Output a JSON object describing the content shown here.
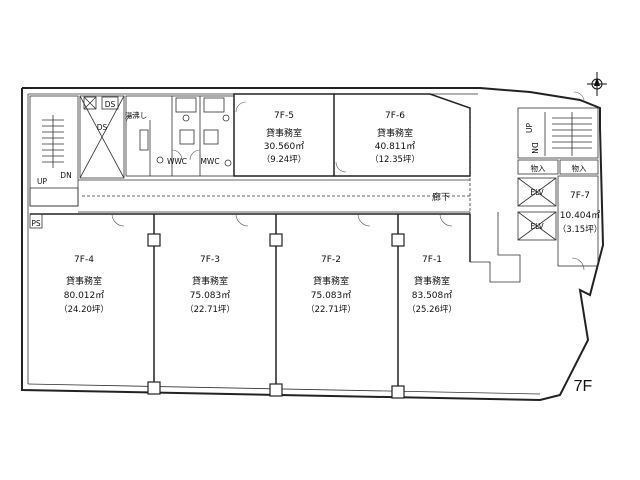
{
  "floor": "7F",
  "corridor": "廊下",
  "rooms": [
    {
      "id": "7F-5",
      "use": "貸事務室",
      "area": "30.560㎡",
      "tsubo": "（9.24坪）"
    },
    {
      "id": "7F-6",
      "use": "貸事務室",
      "area": "40.811㎡",
      "tsubo": "（12.35坪）"
    },
    {
      "id": "7F-4",
      "use": "貸事務室",
      "area": "80.012㎡",
      "tsubo": "（24.20坪）"
    },
    {
      "id": "7F-3",
      "use": "貸事務室",
      "area": "75.083㎡",
      "tsubo": "（22.71坪）"
    },
    {
      "id": "7F-2",
      "use": "貸事務室",
      "area": "75.083㎡",
      "tsubo": "（22.71坪）"
    },
    {
      "id": "7F-1",
      "use": "貸事務室",
      "area": "83.508㎡",
      "tsubo": "（25.26坪）"
    },
    {
      "id": "7F-7",
      "area": "10.404㎡",
      "tsubo": "（3.15坪）"
    }
  ],
  "facilities": {
    "ds_left": "DS",
    "ds_small": "DS",
    "kitchen": "湯沸し",
    "wwc": "WWC",
    "mwc": "MWC",
    "up_left": "UP",
    "dn_left": "DN",
    "ps": "PS",
    "up_right": "UP",
    "dn_right": "DN",
    "storage_1": "物入",
    "storage_2": "物入",
    "elv_1": "ELV",
    "elv_2": "ELV"
  }
}
